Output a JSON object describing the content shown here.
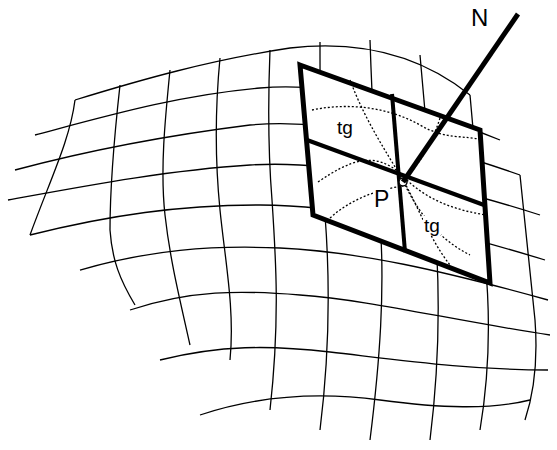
{
  "diagram": {
    "labels": [
      "N",
      "tg",
      "P",
      "tg"
    ]
  }
}
